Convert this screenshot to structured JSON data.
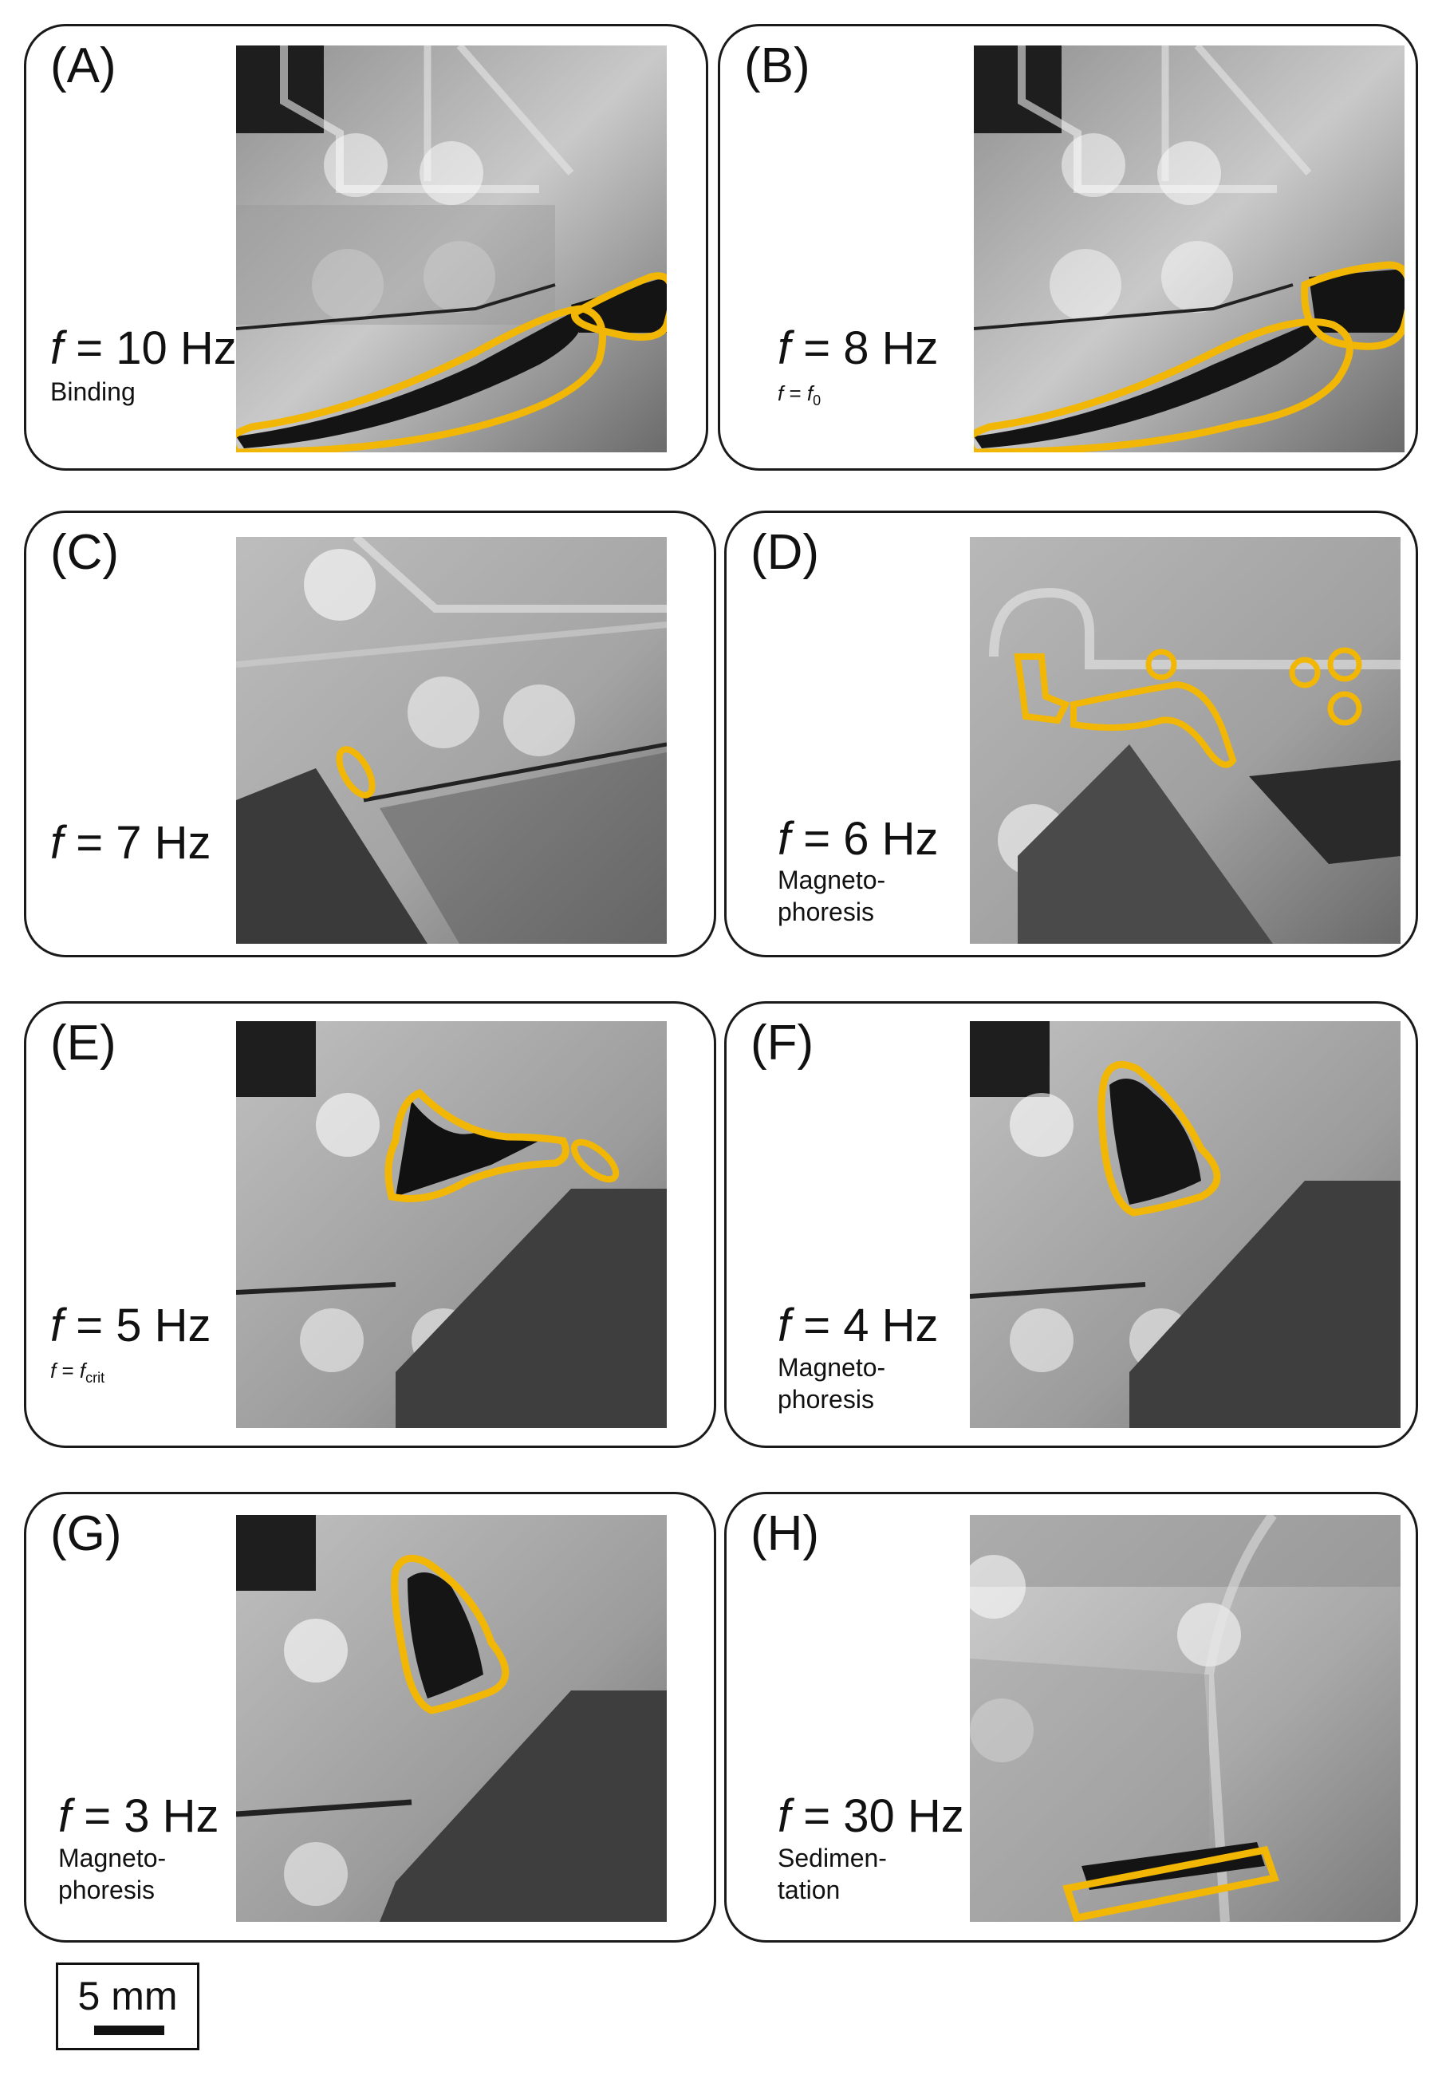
{
  "colors": {
    "outline": "#f2b705",
    "panel_border": "#1a1a1a"
  },
  "panels": [
    {
      "label": "(A)",
      "freq_var": "f",
      "freq_text": " = 10 Hz",
      "note": "Binding",
      "note_type": "text"
    },
    {
      "label": "(B)",
      "freq_var": "f",
      "freq_text": " = 8 Hz",
      "note_type": "sub",
      "note_var": "f",
      "note_mid": " = ",
      "note_var2": "f",
      "note_sub": "0"
    },
    {
      "label": "(C)",
      "freq_var": "f",
      "freq_text": " = 7 Hz",
      "note": "",
      "note_type": "none"
    },
    {
      "label": "(D)",
      "freq_var": "f",
      "freq_text": " = 6 Hz",
      "note": "Magneto-\nphoresis",
      "note_type": "text"
    },
    {
      "label": "(E)",
      "freq_var": "f",
      "freq_text": " = 5 Hz",
      "note_type": "sub",
      "note_var": "f",
      "note_mid": " = ",
      "note_var2": "f",
      "note_sub": "crit"
    },
    {
      "label": "(F)",
      "freq_var": "f",
      "freq_text": " = 4 Hz",
      "note": "Magneto-\nphoresis",
      "note_type": "text"
    },
    {
      "label": "(G)",
      "freq_var": "f",
      "freq_text": " = 3 Hz",
      "note": "Magneto-\nphoresis",
      "note_type": "text"
    },
    {
      "label": "(H)",
      "freq_var": "f",
      "freq_text": " = 30 Hz",
      "note": "Sedimen-\ntation",
      "note_type": "text"
    }
  ],
  "scale_bar": {
    "label": "5 mm"
  }
}
